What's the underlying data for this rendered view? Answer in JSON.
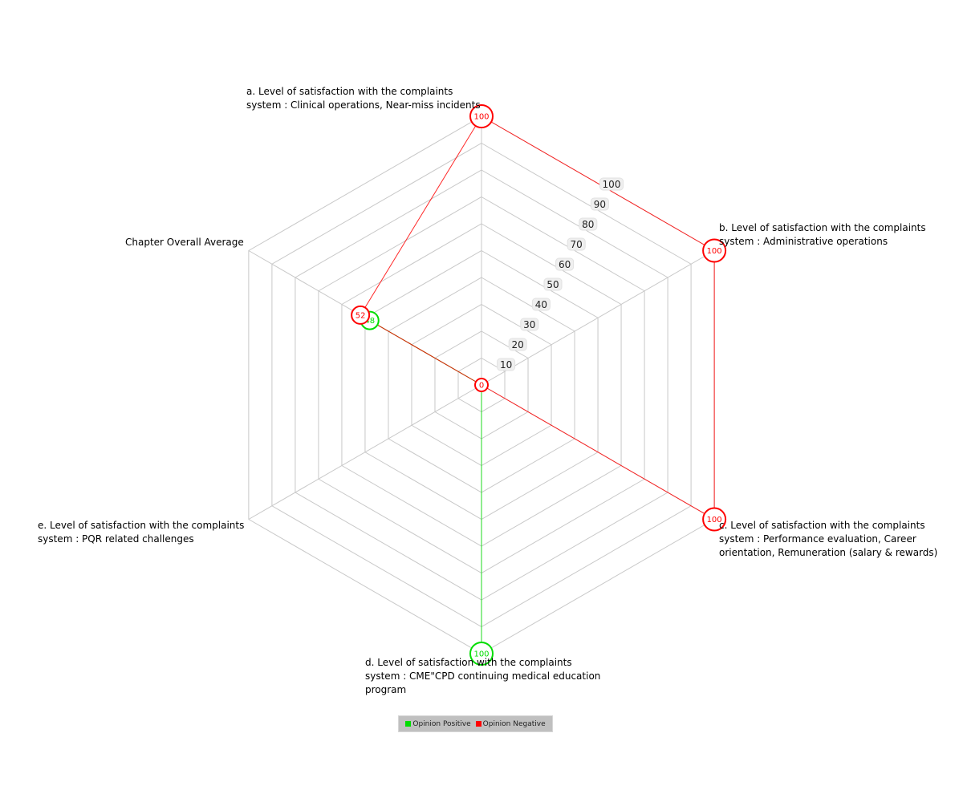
{
  "chart_data": {
    "type": "radar",
    "title": "",
    "axes": [
      "a. Level of satisfaction with the complaints system : Clinical operations, Near-miss incidents",
      "b. Level of satisfaction with the complaints system : Administrative operations",
      "c. Level of satisfaction with the complaints system : Performance evaluation, Career orientation, Remuneration (salary & rewards)",
      "d. Level of satisfaction with the complaints system : CME\"CPD continuing medical education program",
      "e. Level of satisfaction with the complaints system : PQR related challenges",
      "Chapter Overall Average"
    ],
    "rlim": [
      0,
      100
    ],
    "ticks": [
      10,
      20,
      30,
      40,
      50,
      60,
      70,
      80,
      90,
      100
    ],
    "legend_position": "bottom-center",
    "series": [
      {
        "name": "Opinion Positive",
        "color": "#00dd00",
        "values": [
          0,
          0,
          0,
          100,
          0,
          48
        ],
        "labels": [
          "",
          "",
          "",
          "100",
          "",
          "48"
        ]
      },
      {
        "name": "Opinion Negative",
        "color": "#ff0000",
        "values": [
          100,
          100,
          100,
          0,
          0,
          52
        ],
        "labels": [
          "100",
          "100",
          "100",
          "",
          "0",
          "52"
        ]
      }
    ]
  }
}
